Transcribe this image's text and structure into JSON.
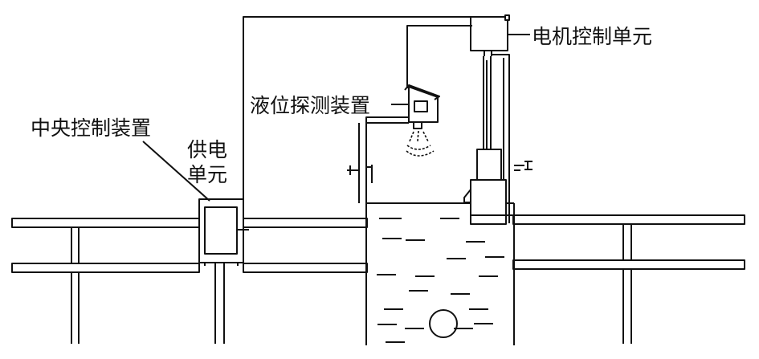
{
  "labels": {
    "motor_control_unit": "电机控制单元",
    "liquid_level_detector": "液位探测装置",
    "central_control_device": "中央控制装置",
    "power_supply_unit_line1": "供电",
    "power_supply_unit_line2": "单元"
  },
  "colors": {
    "stroke": "#111111",
    "background": "#ffffff"
  }
}
